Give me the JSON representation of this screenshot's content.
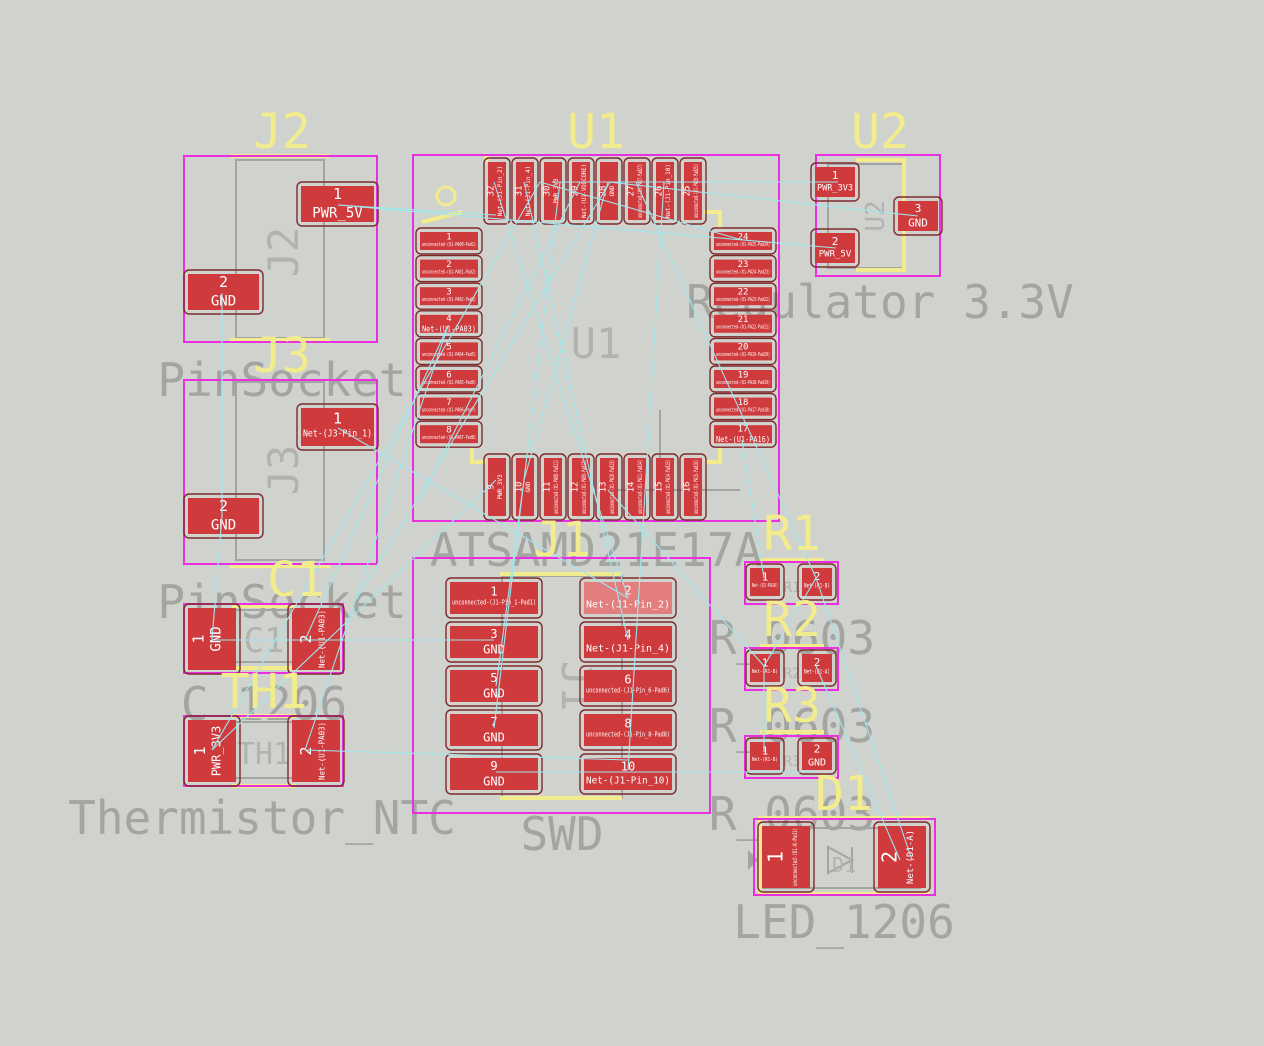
{
  "view": "PCB Editor",
  "colors": {
    "background": "#d0d2cd",
    "courtyard": "#ea2fe0",
    "silkscreen": "#f2ec8c",
    "fabrication": "#a4a4a0",
    "pad": "#cf3a3d",
    "pad_selected": "#e37e7e",
    "ratsnest": "#9fe7ef"
  },
  "footprints": {
    "J2": {
      "ref": "J2",
      "fab_ref": "J2",
      "value": "PinSocket",
      "pads": [
        {
          "num": "1",
          "net": "PWR_5V"
        },
        {
          "num": "2",
          "net": "GND"
        }
      ]
    },
    "J3": {
      "ref": "J3",
      "fab_ref": "J3",
      "value": "PinSocket",
      "pads": [
        {
          "num": "1",
          "net": "Net-(J3-Pin_1)"
        },
        {
          "num": "2",
          "net": "GND"
        }
      ]
    },
    "C1": {
      "ref": "C1",
      "fab_ref": "C1",
      "value": "C_1206",
      "pads": [
        {
          "num": "1",
          "net": "GND"
        },
        {
          "num": "2",
          "net": "Net-(U1-PA03)"
        }
      ]
    },
    "TH1": {
      "ref": "TH1",
      "fab_ref": "TH1",
      "value": "Thermistor_NTC",
      "pads": [
        {
          "num": "1",
          "net": "PWR_3V3"
        },
        {
          "num": "2",
          "net": "Net-(U1-PA03)"
        }
      ]
    },
    "U1": {
      "ref": "U1",
      "fab_ref": "U1",
      "value": "ATSAMD21E17A",
      "pads_left": [
        {
          "num": "1",
          "net": "unconnected-(U1-PA00-Pad1)"
        },
        {
          "num": "2",
          "net": "unconnected-(U1-PA01-Pad2)"
        },
        {
          "num": "3",
          "net": "unconnected-(U1-PA02-Pad3)"
        },
        {
          "num": "4",
          "net": "Net-(U1-PA03)"
        },
        {
          "num": "5",
          "net": "unconnected-(U1-PA04-Pad5)"
        },
        {
          "num": "6",
          "net": "unconnected-(U1-PA05-Pad6)"
        },
        {
          "num": "7",
          "net": "unconnected-(U1-PA06-Pad7)"
        },
        {
          "num": "8",
          "net": "unconnected-(U1-PA07-Pad8)"
        }
      ],
      "pads_right": [
        {
          "num": "24",
          "net": "unconnected-(U1-PA25-Pad24)"
        },
        {
          "num": "23",
          "net": "unconnected-(U1-PA24-Pad23)"
        },
        {
          "num": "22",
          "net": "unconnected-(U1-PA23-Pad22)"
        },
        {
          "num": "21",
          "net": "unconnected-(U1-PA22-Pad21)"
        },
        {
          "num": "20",
          "net": "unconnected-(U1-PA19-Pad20)"
        },
        {
          "num": "19",
          "net": "unconnected-(U1-PA18-Pad19)"
        },
        {
          "num": "18",
          "net": "unconnected-(U1-PA17-Pad18)"
        },
        {
          "num": "17",
          "net": "Net-(U1-PA16)"
        }
      ],
      "pads_top": [
        {
          "num": "32",
          "net": "Net-(J1-Pin_2)"
        },
        {
          "num": "31",
          "net": "Net-(J1-Pin_4)"
        },
        {
          "num": "30",
          "net": "PWR_3V3"
        },
        {
          "num": "29",
          "net": "Net-(U1-VDDCORE)"
        },
        {
          "num": "28",
          "net": "GND"
        },
        {
          "num": "27",
          "net": "unconnected-(U1-PA27-Pad27)"
        },
        {
          "num": "26",
          "net": "Net-(J1-Pin_10)"
        },
        {
          "num": "25",
          "net": "unconnected-(U1-PA28-Pad25)"
        }
      ],
      "pads_bottom": [
        {
          "num": "9",
          "net": "PWR_3V3"
        },
        {
          "num": "10",
          "net": "GND"
        },
        {
          "num": "11",
          "net": "unconnected-(U1-PA08-Pad11)"
        },
        {
          "num": "12",
          "net": "unconnected-(U1-PA09-Pad12)"
        },
        {
          "num": "13",
          "net": "unconnected-(U1-PA10-Pad13)"
        },
        {
          "num": "14",
          "net": "unconnected-(U1-PA11-Pad14)"
        },
        {
          "num": "15",
          "net": "unconnected-(U1-PA14-Pad15)"
        },
        {
          "num": "16",
          "net": "unconnected-(U1-PA15-Pad16)"
        }
      ]
    },
    "U2": {
      "ref": "U2",
      "fab_ref": "U2",
      "value": "Regulator 3.3V",
      "pads": [
        {
          "num": "1",
          "net": "PWR_3V3"
        },
        {
          "num": "2",
          "net": "PWR_5V"
        },
        {
          "num": "3",
          "net": "GND"
        }
      ]
    },
    "J1": {
      "ref": "J1",
      "fab_ref": "J1",
      "value": "SWD",
      "pads": [
        {
          "num": "1",
          "net": "unconnected-(J1-Pin_1-Pad1)"
        },
        {
          "num": "2",
          "net": "Net-(J1-Pin_2)"
        },
        {
          "num": "3",
          "net": "GND"
        },
        {
          "num": "4",
          "net": "Net-(J1-Pin_4)"
        },
        {
          "num": "5",
          "net": "GND"
        },
        {
          "num": "6",
          "net": "unconnected-(J1-Pin_6-Pad6)"
        },
        {
          "num": "7",
          "net": "GND"
        },
        {
          "num": "8",
          "net": "unconnected-(J1-Pin_8-Pad8)"
        },
        {
          "num": "9",
          "net": "GND"
        },
        {
          "num": "10",
          "net": "Net-(J1-Pin_10)"
        }
      ]
    },
    "R1": {
      "ref": "R1",
      "fab_ref": "R1",
      "value": "R_0603",
      "pads": [
        {
          "num": "1",
          "net": "Net-(U1-PA16)"
        },
        {
          "num": "2",
          "net": "Net-(R1-B)"
        }
      ]
    },
    "R2": {
      "ref": "R2",
      "fab_ref": "R2",
      "value": "R_0603",
      "pads": [
        {
          "num": "1",
          "net": "Net-(R1-B)"
        },
        {
          "num": "2",
          "net": "Net-(D1-A)"
        }
      ]
    },
    "R3": {
      "ref": "R3",
      "fab_ref": "R3",
      "value": "R_0603",
      "pads": [
        {
          "num": "1",
          "net": "Net-(R1-B)"
        },
        {
          "num": "2",
          "net": "GND"
        }
      ]
    },
    "D1": {
      "ref": "D1",
      "fab_ref": "D1",
      "value": "LED_1206",
      "pads": [
        {
          "num": "1",
          "net": "unconnected-(D1-K-Pad1)"
        },
        {
          "num": "2",
          "net": "Net-(D1-A)"
        }
      ]
    }
  },
  "ratsnest_count": 30
}
